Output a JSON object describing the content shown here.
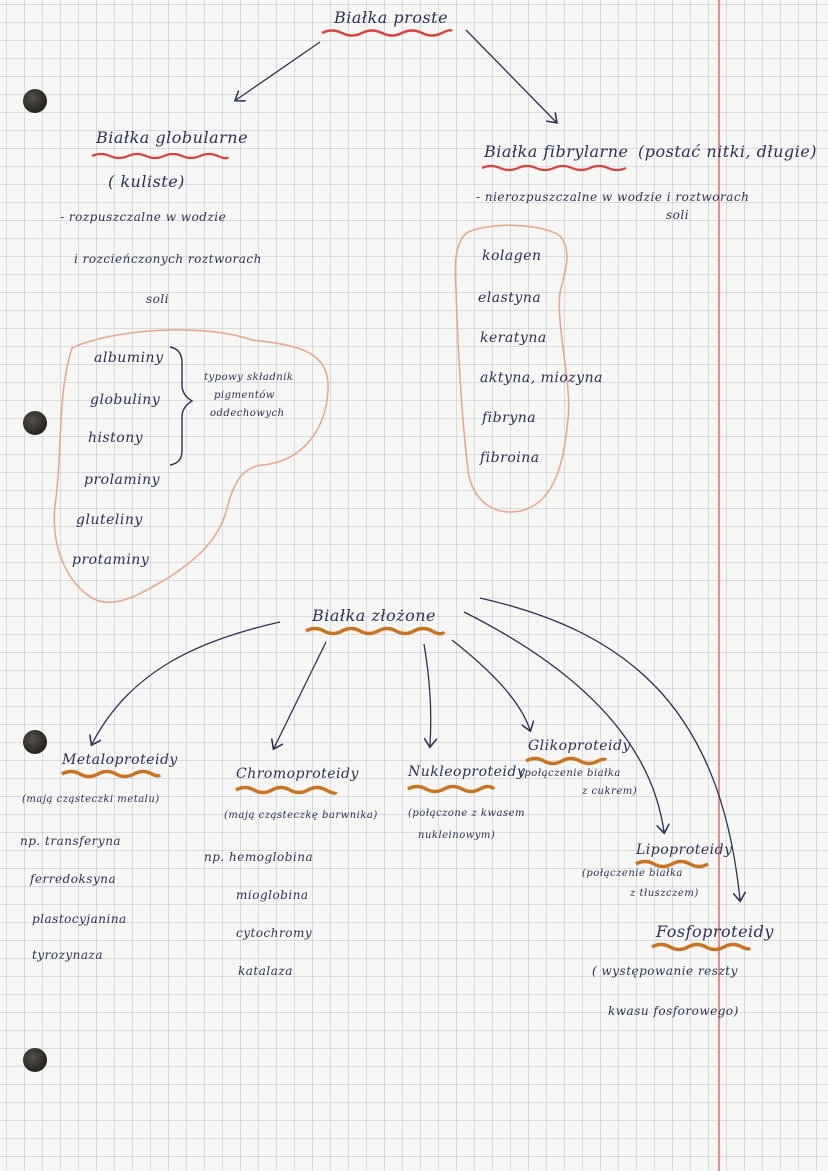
{
  "title": "Białka proste",
  "globular": {
    "heading": "Białka globularne",
    "shape": "( kuliste)",
    "desc": [
      "- rozpuszczalne w wodzie",
      "i rozcieńczonych roztworach",
      "soli"
    ],
    "examples": [
      "albuminy",
      "globuliny",
      "histony",
      "prolaminy",
      "gluteliny",
      "protaminy"
    ],
    "brace_note": [
      "typowy składnik",
      "pigmentów",
      "oddechowych"
    ]
  },
  "fibrous": {
    "heading": "Białka fibrylarne",
    "shape": "(postać nitki, długie)",
    "desc": [
      "- nierozpuszczalne w wodzie i roztworach",
      "soli"
    ],
    "examples": [
      "kolagen",
      "elastyna",
      "keratyna",
      "aktyna, miozyna",
      "fibryna",
      "fibroina"
    ]
  },
  "complex": {
    "title": "Białka złożone",
    "metalo": {
      "heading": "Metaloproteidy",
      "desc": "(mają cząsteczki metalu)",
      "examples": [
        "np. transferyna",
        "ferredoksyna",
        "plastocyjanina",
        "tyrozynaza"
      ]
    },
    "chromo": {
      "heading": "Chromoproteidy",
      "desc": "(mają cząsteczkę barwnika)",
      "examples": [
        "np. hemoglobina",
        "mioglobina",
        "cytochromy",
        "katalaza"
      ]
    },
    "nukleo": {
      "heading": "Nukleoproteidy",
      "desc": [
        "(połączone z kwasem",
        "nukleinowym)"
      ]
    },
    "gliko": {
      "heading": "Glikoproteidy",
      "desc": [
        "(połączenie białka",
        "z cukrem)"
      ]
    },
    "lipo": {
      "heading": "Lipoproteidy",
      "desc": [
        "(połączenie białka",
        "z tłuszczem)"
      ]
    },
    "fosfo": {
      "heading": "Fosfoproteidy",
      "desc": [
        "( występowanie reszty",
        "kwasu fosforowego)"
      ]
    }
  },
  "colors": {
    "ink": "#2b3350",
    "red_marker": "#d9443a",
    "orange_marker": "#c9741f",
    "peach_outline": "#e8a58a",
    "margin": "#e58f90"
  }
}
